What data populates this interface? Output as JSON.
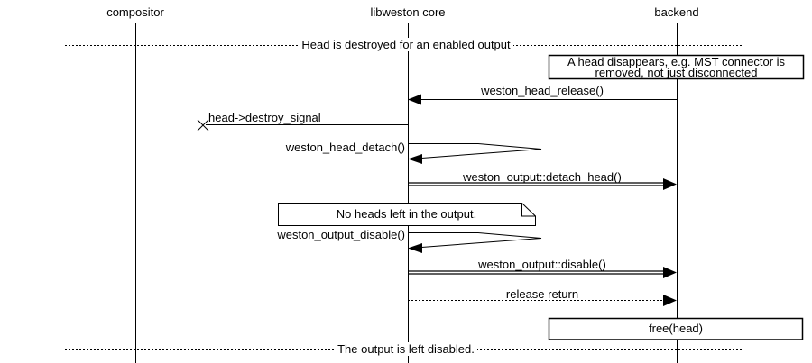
{
  "diagram": {
    "entities": [
      {
        "label": "compositor"
      },
      {
        "label": "libweston core"
      },
      {
        "label": "backend"
      }
    ],
    "dividers": {
      "top": "Head is destroyed for an enabled output",
      "bottom": "The output is left disabled."
    },
    "notes": {
      "head_disappears": {
        "line1": "A head disappears, e.g. MST connector is",
        "line2": "removed, not just disconnected"
      },
      "no_heads": "No heads left in the output.",
      "free_head": "free(head)"
    },
    "messages": {
      "head_release": "weston_head_release()",
      "destroy_signal": "head->destroy_signal",
      "head_detach": "weston_head_detach()",
      "detach_head": "weston_output::detach_head()",
      "output_disable": "weston_output_disable()",
      "output_disable_call": "weston_output::disable()",
      "release_return": "release return"
    },
    "colors": {
      "line": "#000000",
      "background": "#ffffff"
    }
  }
}
